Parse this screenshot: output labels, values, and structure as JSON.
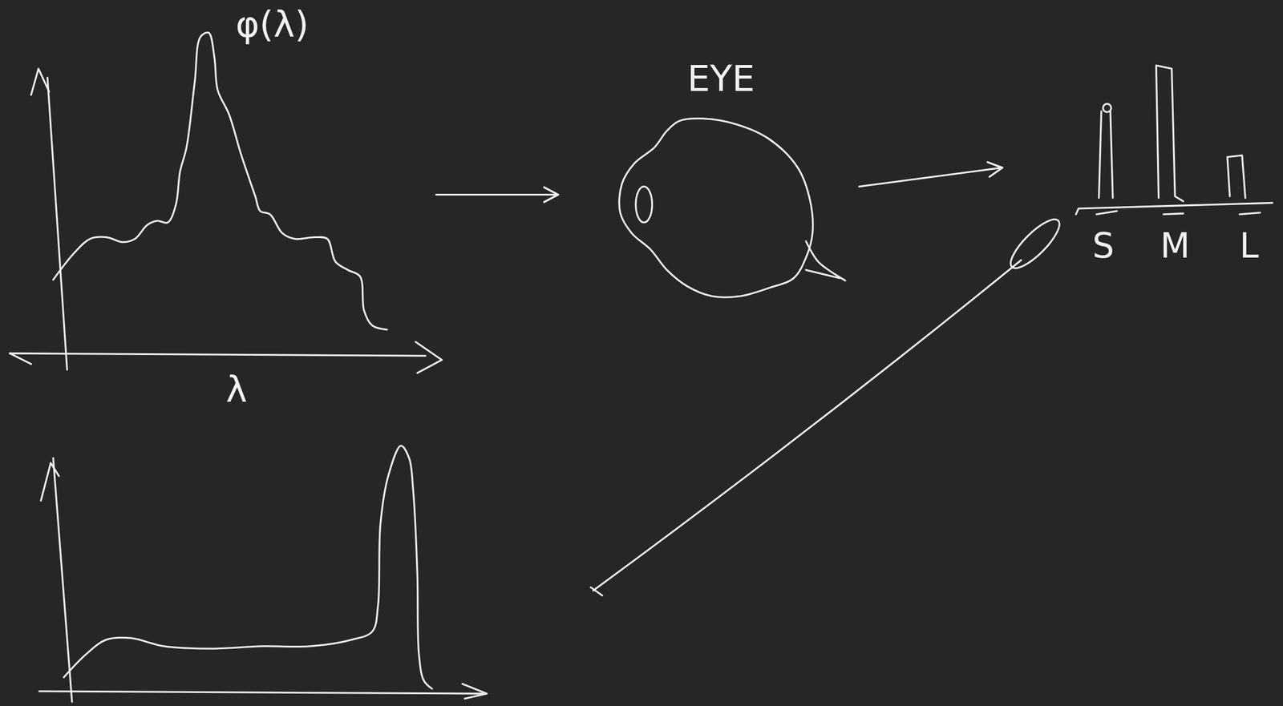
{
  "diagram": {
    "nodes": [
      {
        "text": [
          "φ(λ)",
          "λ"
        ]
      },
      {
        "text": [
          "EYE"
        ]
      },
      {
        "text": [
          "S",
          "M",
          "L"
        ]
      }
    ],
    "edges": [
      {
        "from": 0,
        "to": 1,
        "arrow": "to"
      },
      {
        "from": 1,
        "to": 2,
        "arrow": "to"
      }
    ]
  }
}
